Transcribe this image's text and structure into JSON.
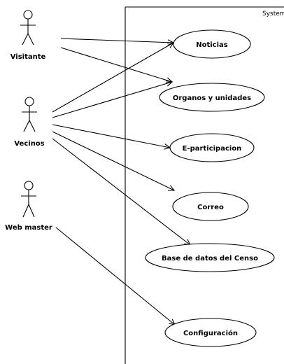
{
  "system": {
    "label": "System"
  },
  "actors": [
    {
      "id": "visitante",
      "label": "Visitante"
    },
    {
      "id": "vecinos",
      "label": "Vecinos"
    },
    {
      "id": "webmaster",
      "label": "Web master"
    }
  ],
  "use_cases": [
    {
      "id": "noticias",
      "label": "Noticias"
    },
    {
      "id": "organos",
      "label": "Organos y unidades"
    },
    {
      "id": "eparticipacion",
      "label": "E-participacion"
    },
    {
      "id": "correo",
      "label": "Correo"
    },
    {
      "id": "censo",
      "label": "Base de datos del Censo"
    },
    {
      "id": "configuracion",
      "label": "Configuración"
    }
  ],
  "associations": [
    {
      "from": "visitante",
      "to": "noticias"
    },
    {
      "from": "visitante",
      "to": "organos"
    },
    {
      "from": "vecinos",
      "to": "noticias"
    },
    {
      "from": "vecinos",
      "to": "organos"
    },
    {
      "from": "vecinos",
      "to": "eparticipacion"
    },
    {
      "from": "vecinos",
      "to": "correo"
    },
    {
      "from": "vecinos",
      "to": "censo"
    },
    {
      "from": "webmaster",
      "to": "configuracion"
    }
  ]
}
